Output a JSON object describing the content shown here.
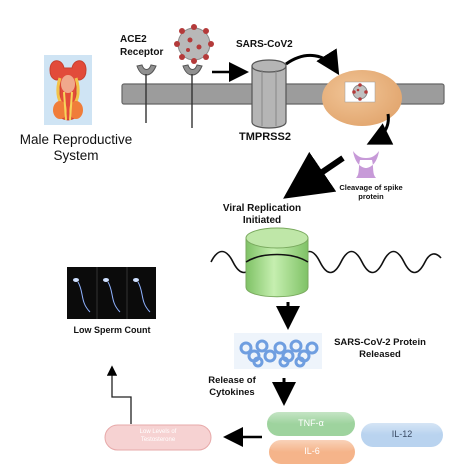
{
  "labels": {
    "ace2_receptor": "ACE2 Receptor",
    "virus_name": "SARS-CoV2",
    "tmprss2": "TMPRSS2",
    "male_repro_line1": "Male Reproductive",
    "male_repro_line2": "System",
    "cleavage_line1": "Cleavage of spike",
    "cleavage_line2": "protein",
    "viral_replication_line1": "Viral Replication",
    "viral_replication_line2": "Initiated",
    "low_sperm_count": "Low Sperm Count",
    "protein_released_line1": "SARS-CoV-2 Protein",
    "protein_released_line2": "Released",
    "release_cytokines_line1": "Release of",
    "release_cytokines_line2": "Cytokines",
    "tnf_alpha": "TNF-α",
    "il6": "IL-6",
    "il12": "IL-12",
    "low_testosterone_line1": "Low Levels of",
    "low_testosterone_line2": "Testosterone"
  },
  "colors": {
    "membrane": "#9a9a9a",
    "receptor": "#8e8e8e",
    "cell": "#e8b07e",
    "spike_cleavage": "#c79ad8",
    "replication_cylinder": "#a9dd8e",
    "protein_cluster": "#7da7e0",
    "tnf_alpha_pill": "#9ed39e",
    "il6_pill": "#f5b48a",
    "il12_pill": "#b9d3ef",
    "testosterone_pill": "#f6d2d2",
    "virus": "#b43a3a"
  }
}
